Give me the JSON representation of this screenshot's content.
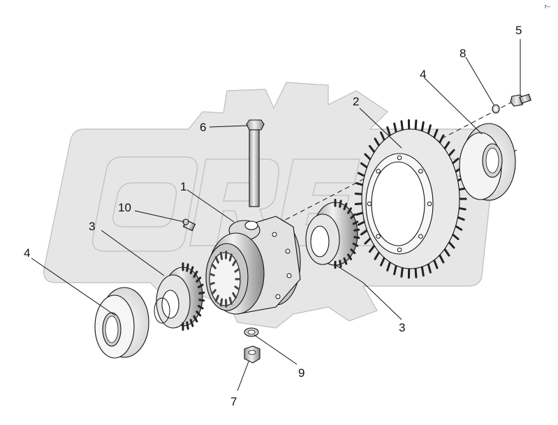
{
  "corner_mark": "r–",
  "callouts": [
    {
      "id": "c1",
      "text": "1"
    },
    {
      "id": "c2",
      "text": "2"
    },
    {
      "id": "c3a",
      "text": "3"
    },
    {
      "id": "c3b",
      "text": "3"
    },
    {
      "id": "c4a",
      "text": "4"
    },
    {
      "id": "c4b",
      "text": "4"
    },
    {
      "id": "c5",
      "text": "5"
    },
    {
      "id": "c6",
      "text": "6"
    },
    {
      "id": "c7",
      "text": "7"
    },
    {
      "id": "c8",
      "text": "8"
    },
    {
      "id": "c9",
      "text": "9"
    },
    {
      "id": "c10",
      "text": "10"
    }
  ]
}
